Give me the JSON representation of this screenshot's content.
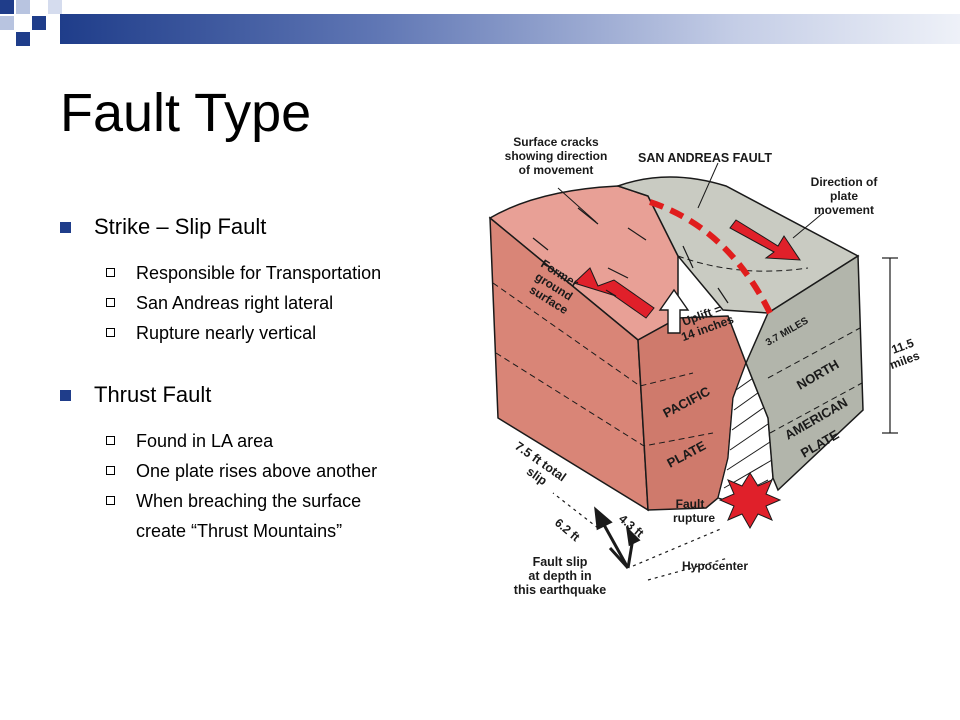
{
  "slide": {
    "title": "Fault Type",
    "bullets": [
      {
        "text": "Strike – Slip Fault",
        "subs": [
          "Responsible for Transportation",
          "San Andreas right lateral",
          "Rupture nearly vertical"
        ]
      },
      {
        "text": "Thrust Fault",
        "subs": [
          "Found in LA area",
          "One plate rises above another",
          "When breaching the surface"
        ],
        "continuation": "create “Thrust Mountains”"
      }
    ]
  },
  "diagram": {
    "labels": {
      "surface_cracks": [
        "Surface cracks",
        "showing direction",
        "of movement"
      ],
      "fault_name": "SAN ANDREAS FAULT",
      "direction": [
        "Direction of",
        "plate",
        "movement"
      ],
      "former": [
        "Former",
        "ground",
        "surface"
      ],
      "uplift": [
        "Uplift =",
        "14 inches"
      ],
      "miles_37": "3.7 MILES",
      "miles_115": [
        "11.5",
        "miles"
      ],
      "pacific": "PACIFIC",
      "plate_left": "PLATE",
      "north": "NORTH",
      "american": "AMERICAN",
      "plate_right": "PLATE",
      "total_slip": [
        "7.5 ft total",
        "slip"
      ],
      "fault_rupture": [
        "Fault",
        "rupture"
      ],
      "ft_62": "6.2 ft",
      "ft_43": "4.3 ft",
      "hypocenter": "Hypocenter",
      "fault_slip": [
        "Fault slip",
        "at depth in",
        "this earthquake"
      ]
    },
    "colors": {
      "pacific_top": "#e8a096",
      "pacific_front": "#d98577",
      "pacific_side": "#cf7a6c",
      "american_top": "#c9cbc2",
      "american_front": "#b2b5ab",
      "arrow_red": "#e0202a",
      "fault_line": "#e01d1d"
    }
  }
}
